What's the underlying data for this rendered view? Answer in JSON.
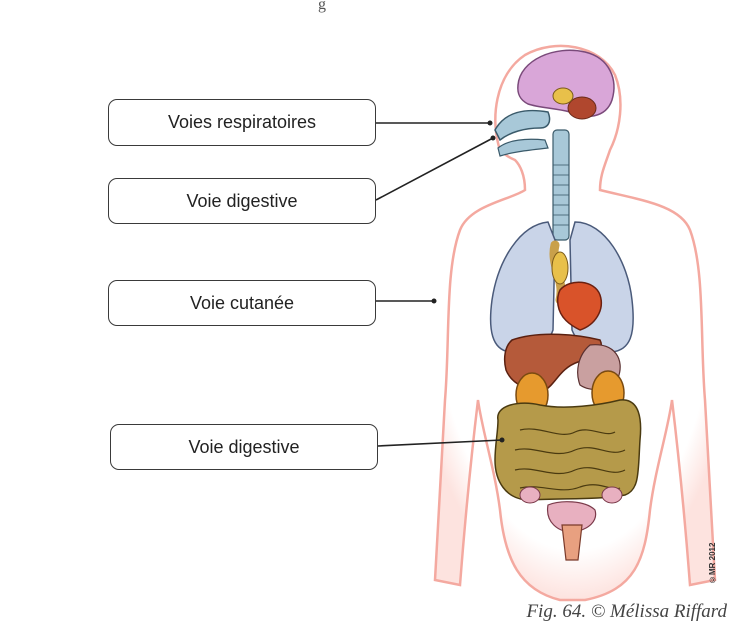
{
  "top_fragment": "g",
  "labels": [
    {
      "text": "Voies respiratoires"
    },
    {
      "text": "Voie digestive"
    },
    {
      "text": "Voie cutanée"
    },
    {
      "text": "Voie digestive"
    }
  ],
  "caption": "Fig. 64. © Mélissa Riffard",
  "copyright_mark": "©MR 2012",
  "colors": {
    "body_outline": "#f4a9a0",
    "body_glow": "#fde3df",
    "brain": "#d9a6d8",
    "lungs": "#c9d4e8",
    "trachea": "#a8c8d8",
    "liver": "#b55a3a",
    "heart": "#d9532a",
    "kidneys": "#e69a2e",
    "intestine": "#b59a4a",
    "thyroid": "#e8c04a"
  }
}
